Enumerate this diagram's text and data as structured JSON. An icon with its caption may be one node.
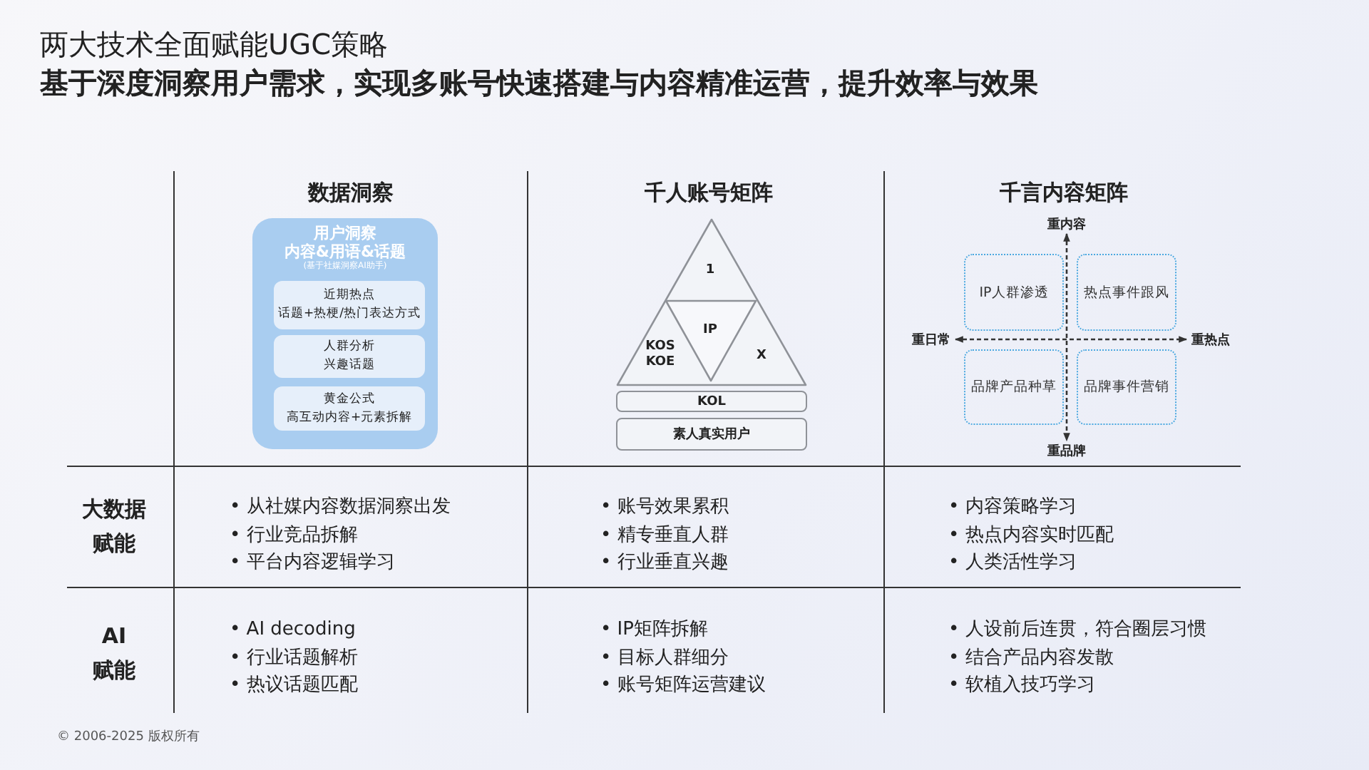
{
  "diagram": {
    "title": "两大技术全面赋能UGC策略",
    "nodes": [
      {
        "text": [
          "用户洞察",
          "内容&用语&话题",
          "(基于社媒洞察AI助手)"
        ]
      },
      {
        "text": [
          "近期热点",
          "话题+热梗/热门表达方式"
        ],
        "in": 0
      },
      {
        "text": [
          "人群分析",
          "兴趣话题"
        ],
        "in": 0
      },
      {
        "text": [
          "黄金公式",
          "高互动内容+元素拆解"
        ],
        "in": 0
      },
      {
        "text": [
          "1",
          "KOS KOE",
          "X"
        ]
      },
      {
        "text": [
          "IP"
        ],
        "in": 4
      },
      {
        "text": [
          "KOL"
        ]
      },
      {
        "text": [
          "素人真实用户"
        ]
      },
      {
        "text": [
          "IP人群渗透"
        ]
      },
      {
        "text": [
          "热点事件跟风"
        ]
      },
      {
        "text": [
          "品牌产品种草"
        ]
      },
      {
        "text": [
          "品牌事件营销"
        ]
      },
      {
        "text": [
          "重内容"
        ]
      },
      {
        "text": [
          "重日常"
        ]
      },
      {
        "text": [
          "重热点"
        ]
      },
      {
        "text": [
          "重品牌"
        ]
      }
    ],
    "edges": [
      {
        "from": 12,
        "to": 15,
        "arrow": "both",
        "style": "dashed"
      },
      {
        "from": 13,
        "to": 14,
        "arrow": "both",
        "style": "dashed"
      }
    ],
    "labels": [
      "基于深度洞察用户需求，实现多账号快速搭建与内容精准运营，提升效率与效果",
      "数据洞察",
      "千人账号矩阵",
      "千言内容矩阵",
      "大数据赋能",
      "• 从社媒内容数据洞察出发",
      "• 行业竞品拆解",
      "• 平台内容逻辑学习",
      "• 账号效果累积",
      "• 精专垂直人群",
      "• 行业垂直兴趣",
      "• 内容策略学习",
      "• 热点内容实时匹配",
      "• 人类活性学习",
      "AI赋能",
      "• AI decoding",
      "• 行业话题解析",
      "• 热议话题匹配",
      "• IP矩阵拆解",
      "• 目标人群细分",
      "• 账号矩阵运营建议",
      "• 人设前后连贯，符合圈层习惯",
      "• 结合产品内容发散",
      "• 软植入技巧学习",
      "© 2006-2025 版权所有"
    ]
  }
}
